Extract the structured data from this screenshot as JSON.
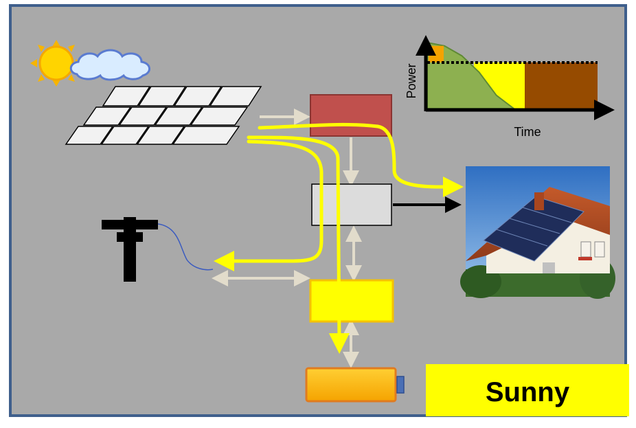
{
  "diagram": {
    "scenario_label": "Sunny",
    "colors": {
      "frame_border": "#3f5f8c",
      "background": "#a9a9a9",
      "solar_flow": "#ffff00",
      "passive_flow": "#e2dccb",
      "grid_flow": "#000000",
      "controller_box": "#c0504d",
      "inverter_box": "#dcdcdc",
      "charger_box": "#ffff00",
      "battery": "#ffc000",
      "scenario_box": "#ffff00"
    },
    "icons": [
      "sun-icon",
      "cloud-icon",
      "solar-panel-icon",
      "utility-pole-icon",
      "battery-icon",
      "house-with-solar-icon"
    ],
    "power_chart": {
      "ylabel": "Power",
      "xlabel": "Time"
    }
  },
  "chart_data": {
    "type": "area",
    "title": "",
    "xlabel": "Time",
    "ylabel": "Power",
    "grid": false,
    "series": [
      {
        "values": [
          1.0,
          0.95,
          0.8,
          0.55,
          0.2,
          0.0
        ]
      },
      {
        "values": [
          0.7,
          0.7,
          0.7,
          0.7,
          0.7,
          0.7
        ]
      }
    ]
  }
}
